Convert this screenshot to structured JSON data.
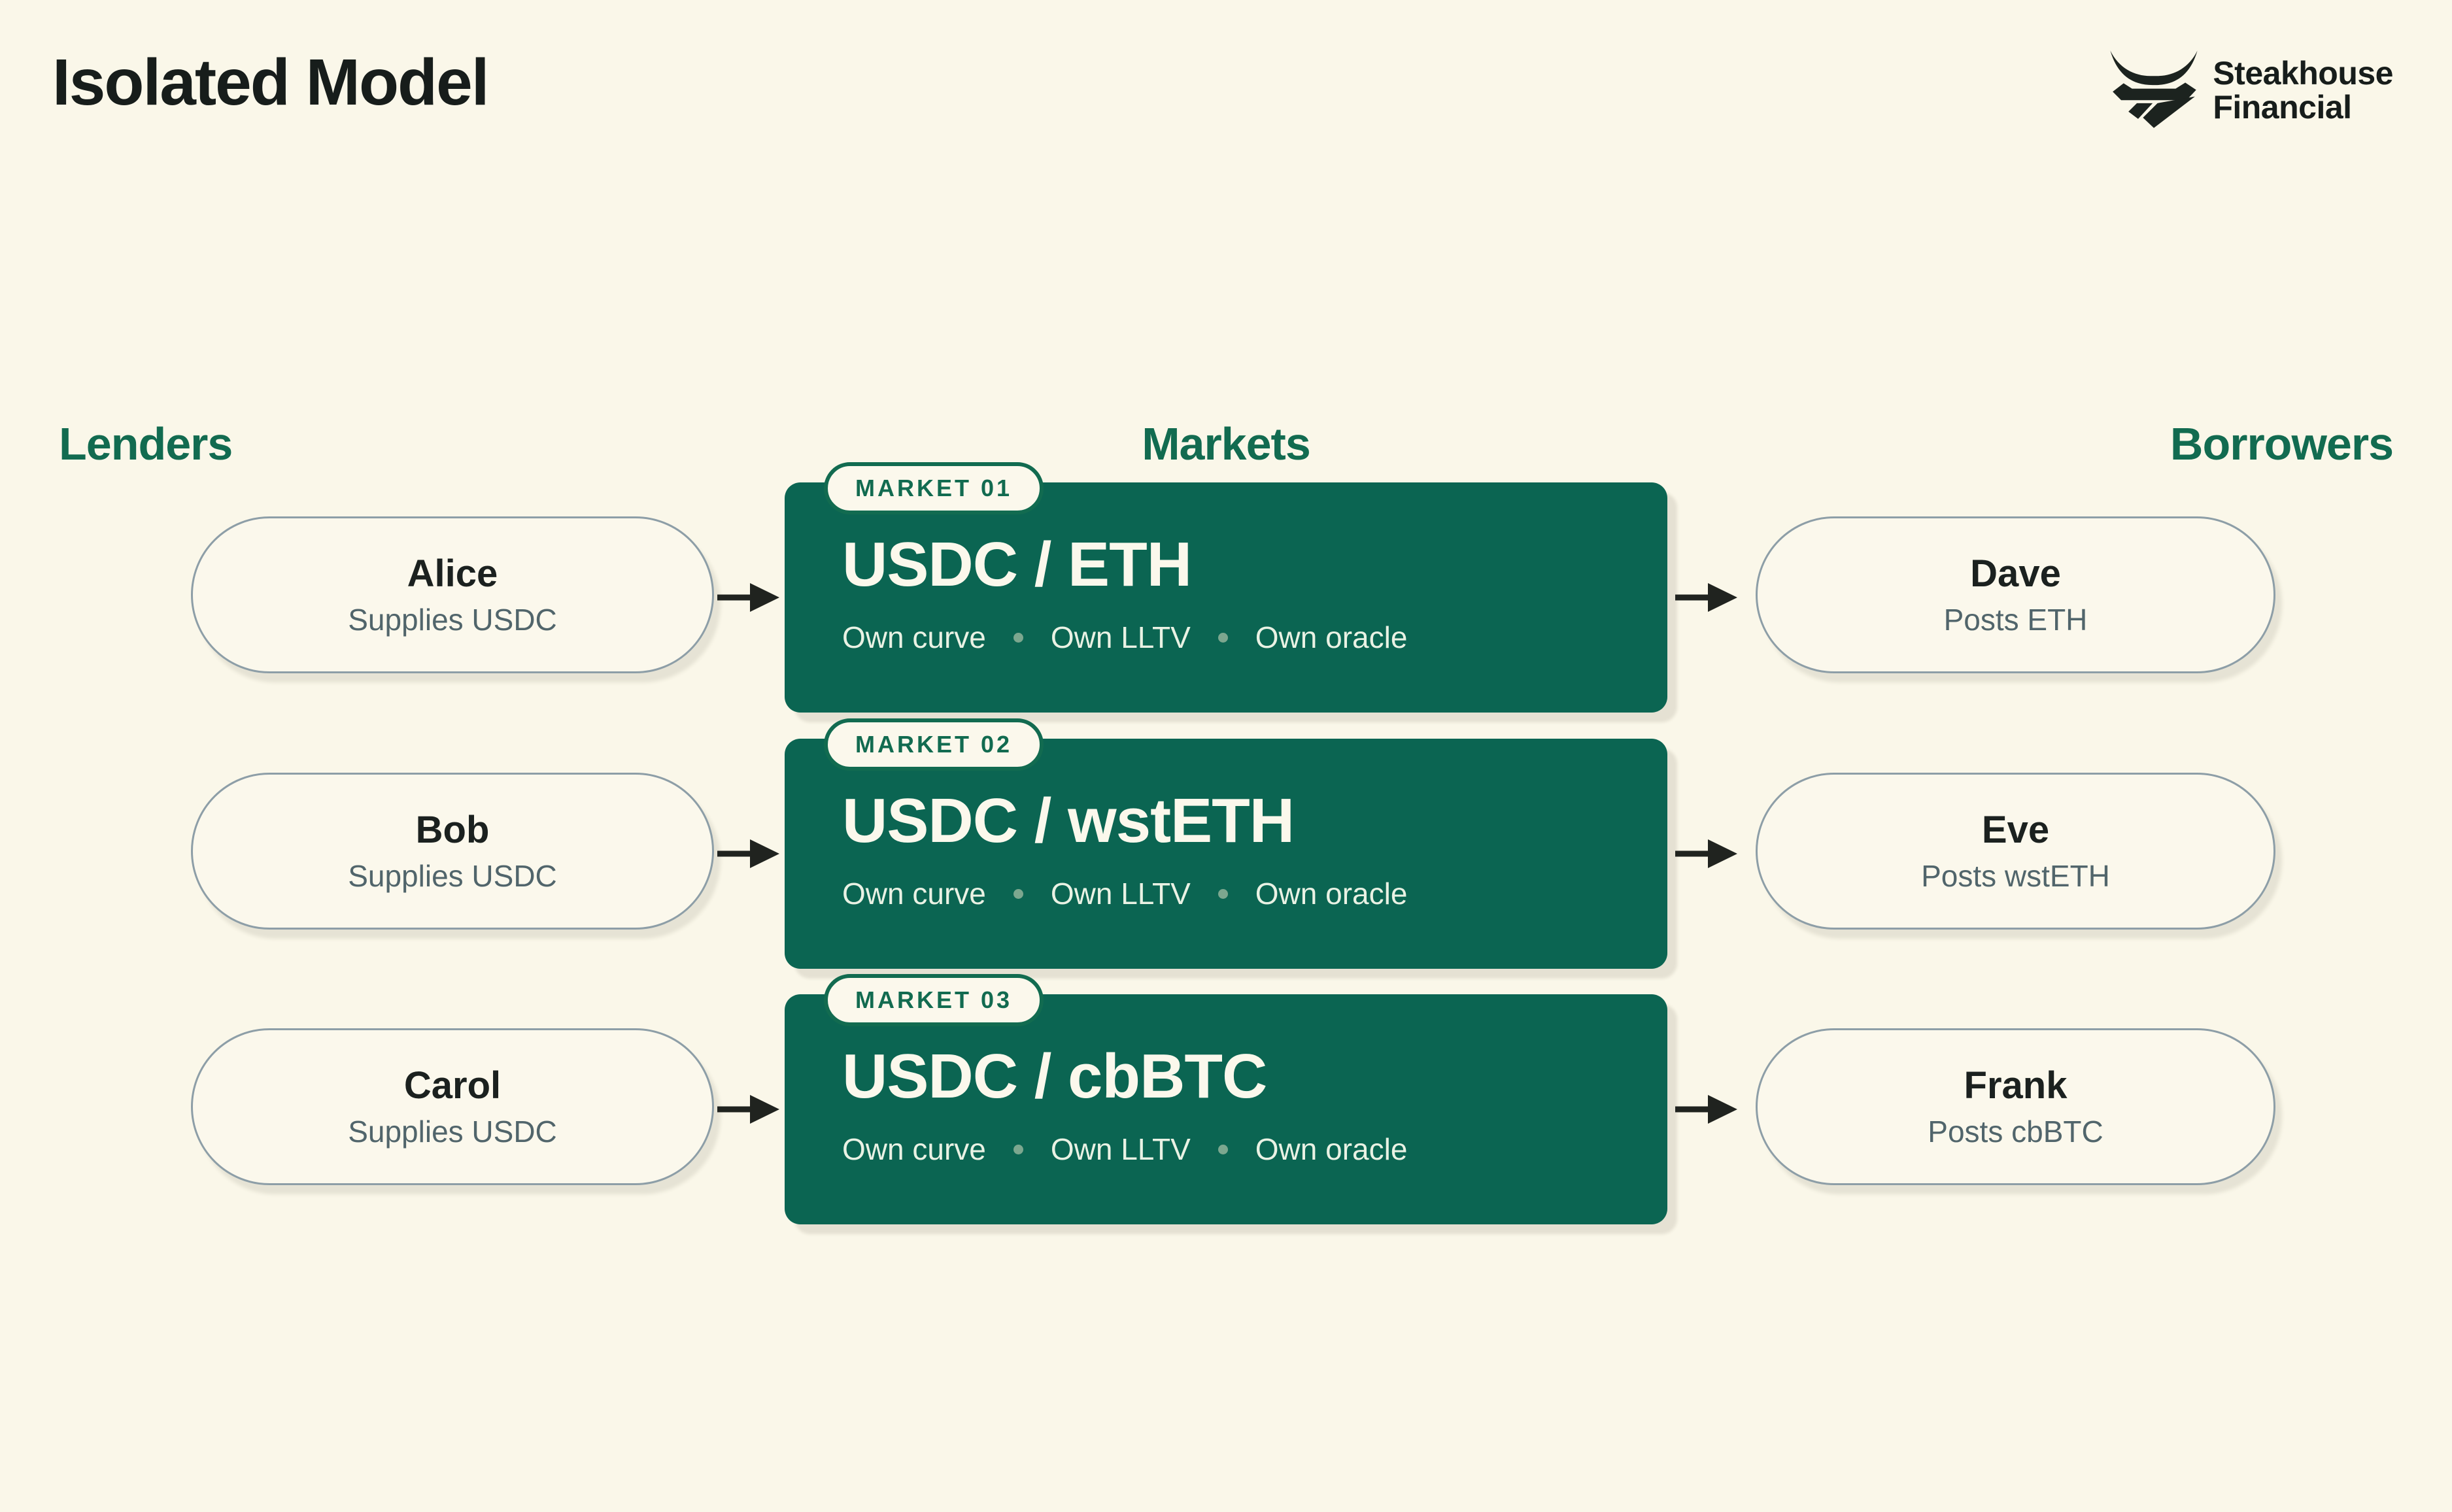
{
  "page": {
    "title": "Isolated Model"
  },
  "logo": {
    "name": "Steakhouse Financial",
    "line1": "Steakhouse",
    "line2": "Financial"
  },
  "columns": {
    "lenders": "Lenders",
    "markets": "Markets",
    "borrowers": "Borrowers"
  },
  "rows": [
    {
      "lender": {
        "name": "Alice",
        "detail": "Supplies USDC"
      },
      "market": {
        "badge": "MARKET 01",
        "pair": "USDC / ETH",
        "features": [
          "Own curve",
          "Own LLTV",
          "Own oracle"
        ]
      },
      "borrower": {
        "name": "Dave",
        "detail": "Posts ETH"
      }
    },
    {
      "lender": {
        "name": "Bob",
        "detail": "Supplies USDC"
      },
      "market": {
        "badge": "MARKET 02",
        "pair": "USDC / wstETH",
        "features": [
          "Own curve",
          "Own LLTV",
          "Own oracle"
        ]
      },
      "borrower": {
        "name": "Eve",
        "detail": "Posts wstETH"
      }
    },
    {
      "lender": {
        "name": "Carol",
        "detail": "Supplies USDC"
      },
      "market": {
        "badge": "MARKET 03",
        "pair": "USDC / cbBTC",
        "features": [
          "Own curve",
          "Own LLTV",
          "Own oracle"
        ]
      },
      "borrower": {
        "name": "Frank",
        "detail": "Posts cbBTC"
      }
    }
  ],
  "colors": {
    "background": "#FAF7E9",
    "card_green": "#0B6552",
    "header_green": "#126B50",
    "pale_text": "#E9F2E4",
    "dot": "#7CA78F",
    "pill_border": "#8D9EA7",
    "pill_bg": "#FBF8EC",
    "name_text": "#1B211F",
    "sub_text": "#51656B",
    "arrow": "#20231F",
    "ink": "#171D1B"
  }
}
